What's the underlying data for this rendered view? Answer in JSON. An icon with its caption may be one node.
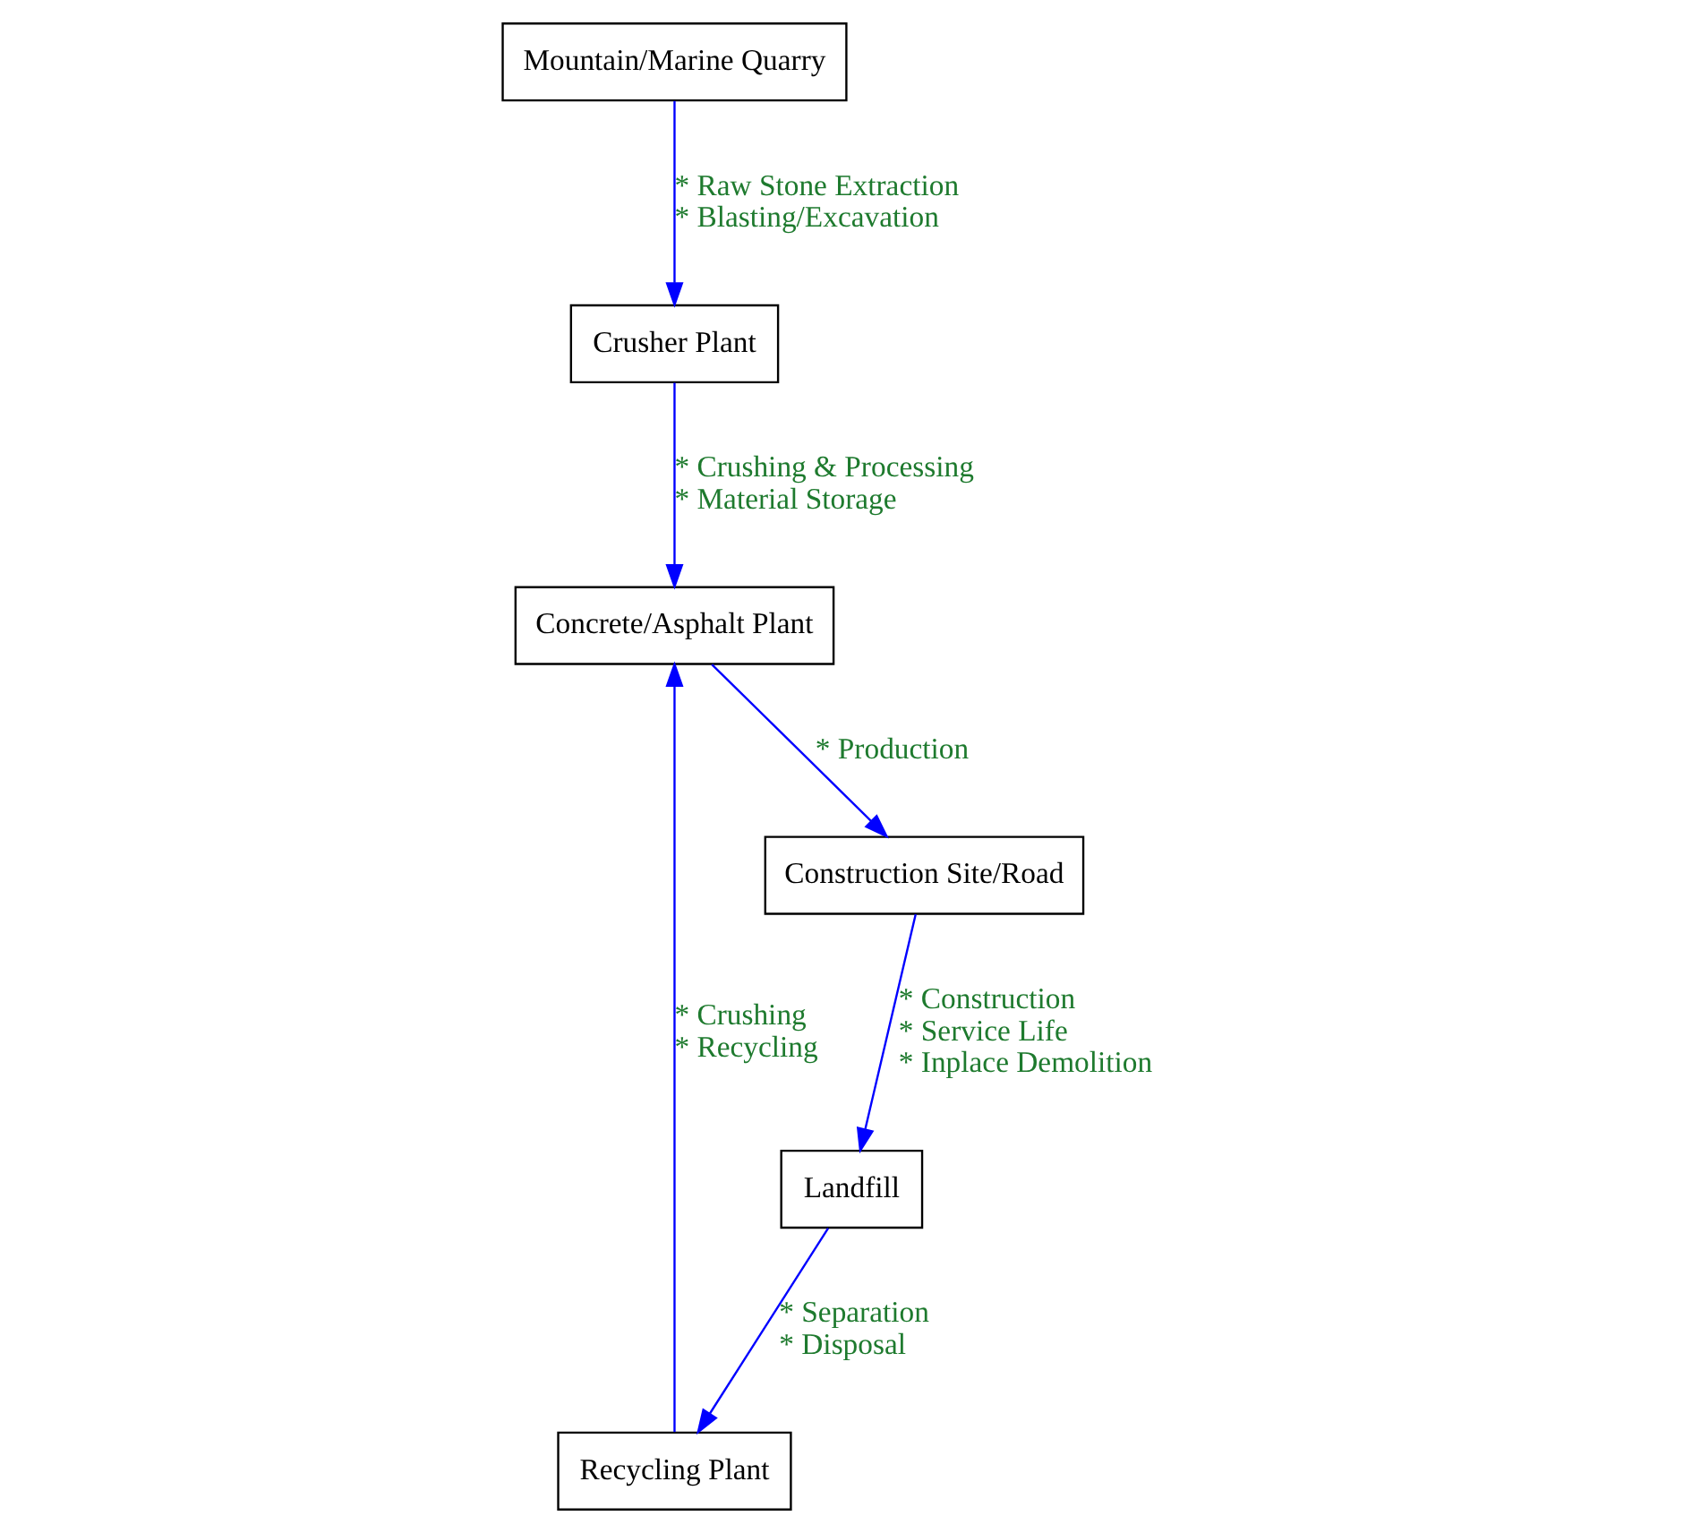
{
  "diagram": {
    "nodes": [
      {
        "text": [
          "Crusher Plant"
        ]
      },
      {
        "text": [
          "Mountain/Marine Quarry"
        ]
      },
      {
        "text": [
          "Recycling Plant"
        ]
      },
      {
        "text": [
          "Concrete/Asphalt Plant"
        ]
      },
      {
        "text": [
          "Construction Site/Road"
        ]
      },
      {
        "text": [
          "Landfill"
        ]
      }
    ],
    "edges": [
      {
        "from": 1,
        "to": 0,
        "arrow": "to",
        "label": [
          "* Raw Stone Extraction",
          "* Blasting/Excavation"
        ]
      },
      {
        "from": 0,
        "to": 3,
        "arrow": "to",
        "label": [
          "* Crushing & Processing",
          "* Material Storage"
        ]
      },
      {
        "from": 2,
        "to": 3,
        "arrow": "to",
        "label": [
          "* Crushing",
          "* Recycling"
        ]
      },
      {
        "from": 3,
        "to": 4,
        "arrow": "to",
        "label": [
          "* Production"
        ]
      },
      {
        "from": 4,
        "to": 5,
        "arrow": "to",
        "label": [
          "* Construction",
          "* Service Life",
          "* Inplace Demolition"
        ]
      },
      {
        "from": 5,
        "to": 2,
        "arrow": "to",
        "label": [
          "* Separation",
          "* Disposal"
        ]
      }
    ]
  }
}
